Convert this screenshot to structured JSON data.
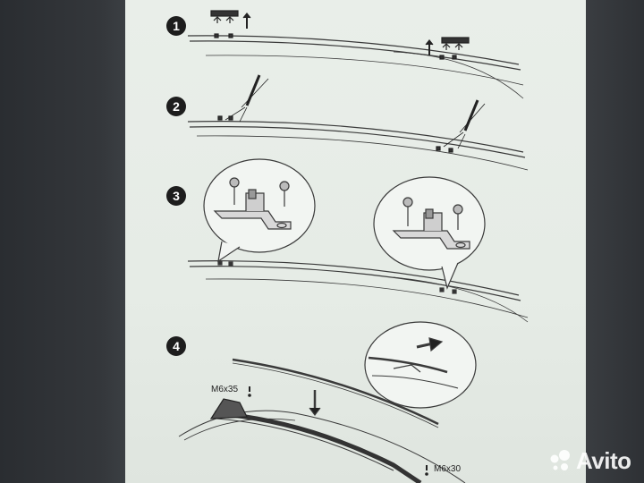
{
  "steps": [
    {
      "number": "1"
    },
    {
      "number": "2"
    },
    {
      "number": "3"
    },
    {
      "number": "4"
    }
  ],
  "labels": {
    "bolt_front": "M6x35",
    "bolt_rear": "M6x30"
  },
  "watermark": {
    "text": "Avito"
  },
  "colors": {
    "sheet": "#e7ede7",
    "ink": "#1d1d1d",
    "monitor": "#2f3236"
  }
}
